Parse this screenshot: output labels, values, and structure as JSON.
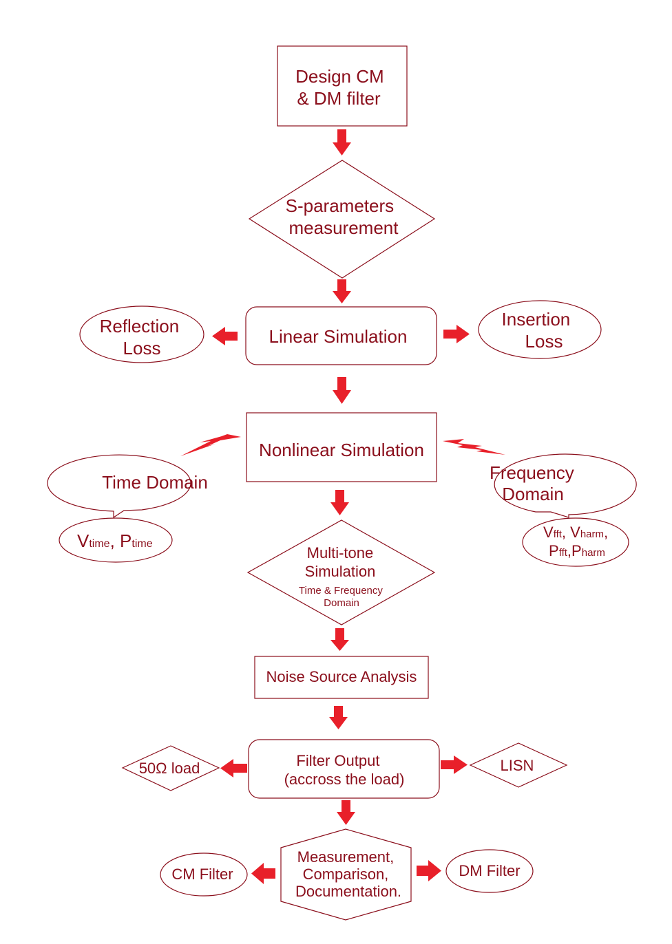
{
  "nodes": {
    "design": {
      "lines": [
        "Design CM",
        "& DM filter"
      ]
    },
    "sparams": {
      "lines": [
        "S-parameters",
        "measurement"
      ]
    },
    "linear": {
      "lines": [
        "Linear Simulation"
      ]
    },
    "reflection": {
      "lines": [
        "Reflection",
        "Loss"
      ]
    },
    "insertion": {
      "lines": [
        "Insertion",
        "Loss"
      ]
    },
    "nonlinear": {
      "lines": [
        "Nonlinear Simulation"
      ]
    },
    "time_domain": {
      "lines": [
        "Time Domain"
      ]
    },
    "freq_domain": {
      "lines": [
        "Frequency",
        "Domain"
      ]
    },
    "vtime": {
      "v": "V",
      "v_sub": "time",
      "sep": ", ",
      "p": "P",
      "p_sub": "time"
    },
    "vfft": {
      "l1_a": "V",
      "l1_a_sub": "fft",
      "l1_sep": ", ",
      "l1_b": "V",
      "l1_b_sub": "harm",
      "l1_end": ",",
      "l2_a": "P",
      "l2_a_sub": "fft",
      "l2_sep": ",",
      "l2_b": "P",
      "l2_b_sub": "harm"
    },
    "multitone": {
      "lines": [
        "Multi-tone",
        "Simulation"
      ],
      "sub_lines": [
        "Time &  Frequency",
        "Domain"
      ]
    },
    "noise": {
      "lines": [
        "Noise Source Analysis"
      ]
    },
    "filter_output": {
      "lines": [
        "Filter Output",
        "(accross the load)"
      ]
    },
    "load50": {
      "lines": [
        "50Ω load"
      ]
    },
    "lisn": {
      "lines": [
        "LISN"
      ]
    },
    "measurement": {
      "lines": [
        "Measurement,",
        "Comparison,",
        "Documentation."
      ]
    },
    "cm_filter": {
      "lines": [
        "CM Filter"
      ]
    },
    "dm_filter": {
      "lines": [
        "DM Filter"
      ]
    }
  },
  "colors": {
    "text": "#8b0f1c",
    "border": "#8b0f1c",
    "arrow": "#e8202a"
  }
}
